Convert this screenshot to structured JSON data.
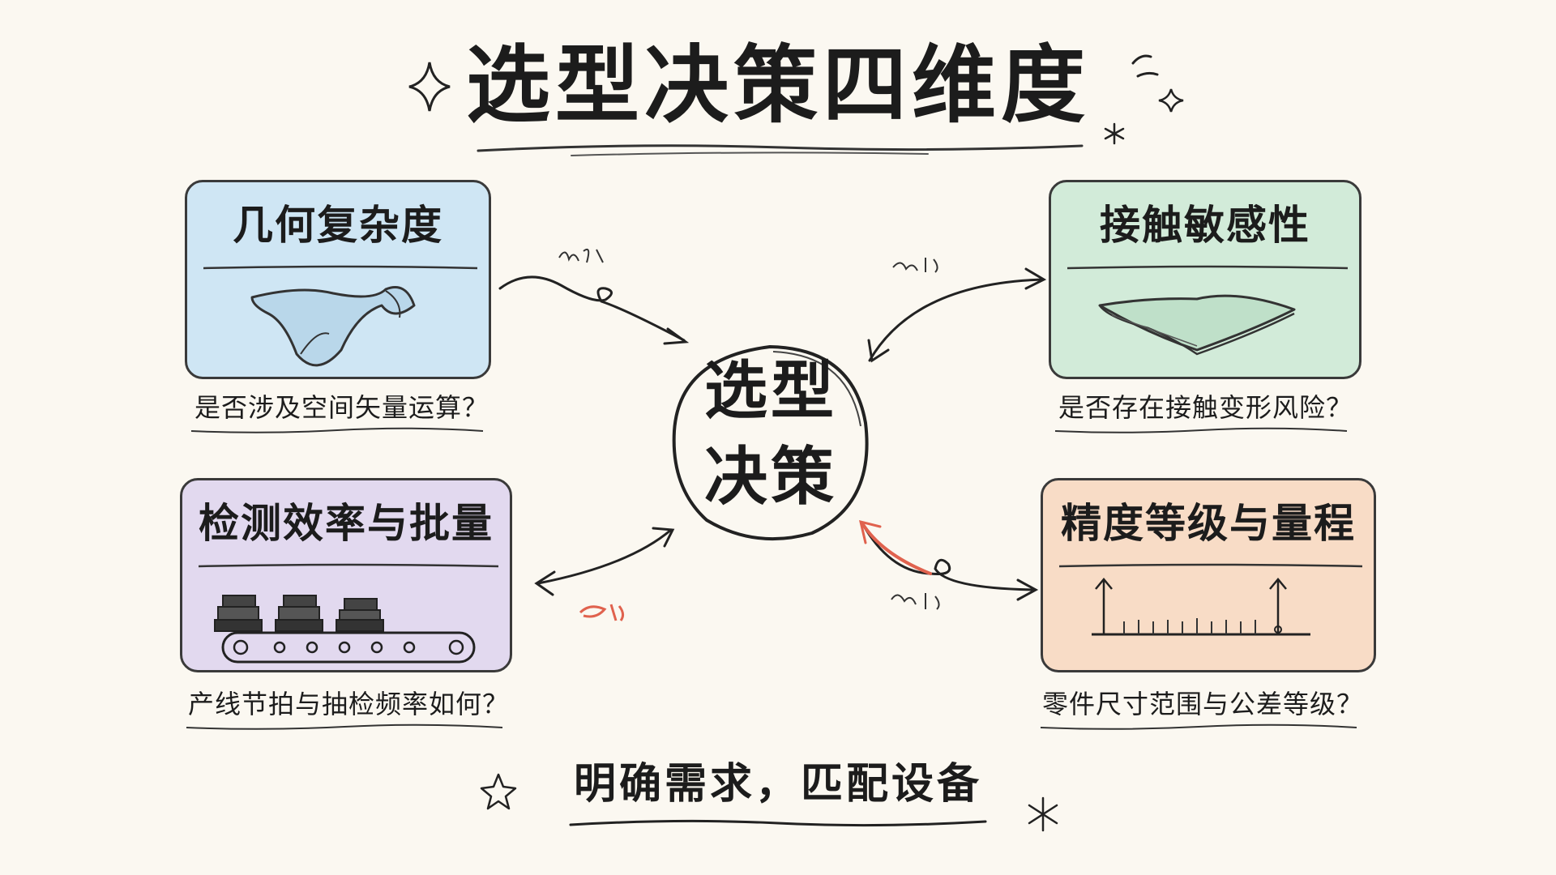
{
  "title": "选型决策四维度",
  "center": {
    "line1": "选型",
    "line2": "决策"
  },
  "cards": [
    {
      "title": "几何复杂度",
      "question": "是否涉及空间矢量运算？",
      "color": "#cfe6f4",
      "icon": "warped-sheet-icon"
    },
    {
      "title": "接触敏感性",
      "question": "是否存在接触变形风险？",
      "color": "#d2ebd9",
      "icon": "soft-pad-icon"
    },
    {
      "title": "检测效率与批量",
      "question": "产线节拍与抽检频率如何？",
      "color": "#e2d9ef",
      "icon": "conveyor-belt-icon"
    },
    {
      "title": "精度等级与量程",
      "question": "零件尺寸范围与公差等级？",
      "color": "#f8dcc6",
      "icon": "measuring-scale-icon"
    }
  ],
  "slogan": "明确需求，匹配设备",
  "colors": {
    "background": "#fbf8f1",
    "ink": "#1c1c1c",
    "accent": "#e0624e"
  }
}
